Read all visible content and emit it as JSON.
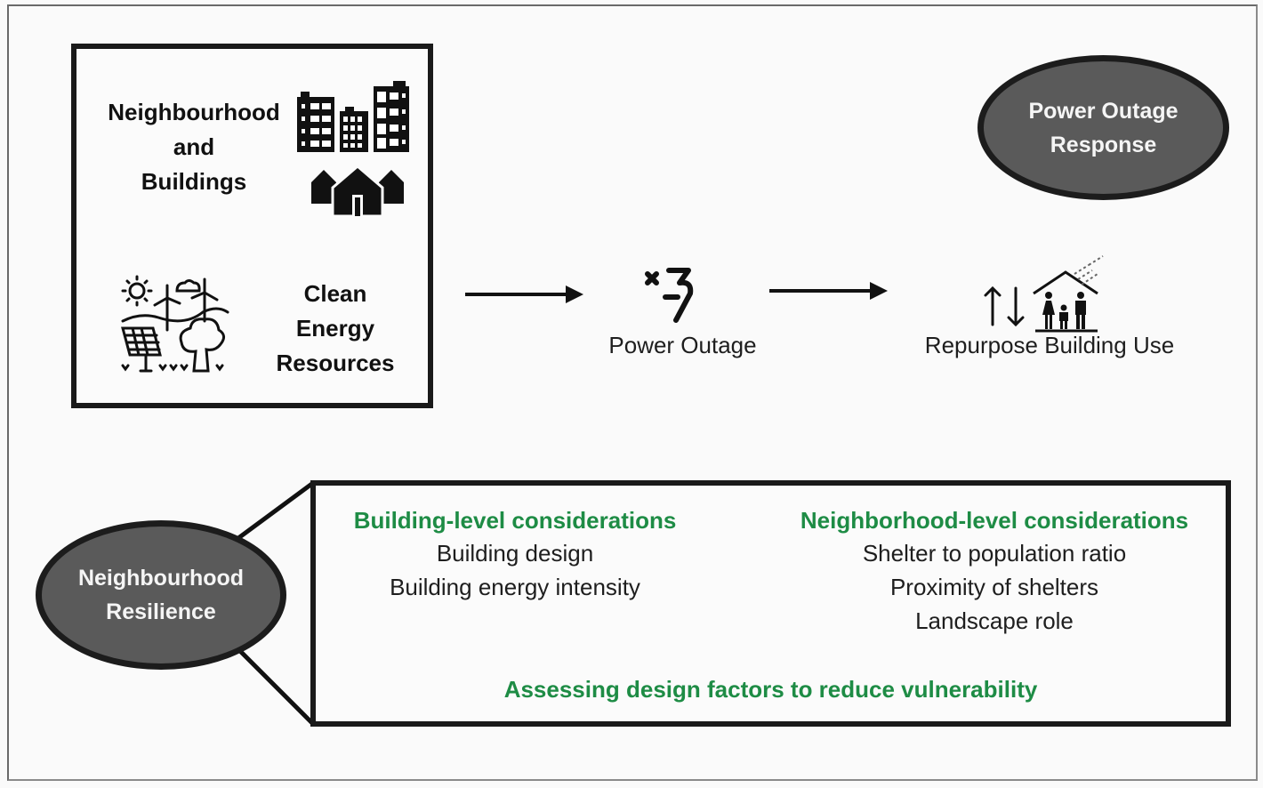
{
  "input_box": {
    "neighbourhood_label": [
      "Neighbourhood",
      "and",
      "Buildings"
    ],
    "energy_label": [
      "Clean",
      "Energy",
      "Resources"
    ],
    "icons": [
      "city-buildings-icon",
      "houses-icon",
      "clean-energy-landscape-icon"
    ]
  },
  "flow": {
    "step1": {
      "label": "Power Outage",
      "icon": "broken-lightning-icon"
    },
    "step2": {
      "label": "Repurpose Building Use",
      "icon": "family-shelter-icon"
    }
  },
  "response_node": {
    "label": [
      "Power Outage",
      "Response"
    ]
  },
  "resilience_node": {
    "label": [
      "Neighbourhood",
      "Resilience"
    ]
  },
  "considerations": {
    "building": {
      "title": "Building-level considerations",
      "items": [
        "Building design",
        "Building energy intensity"
      ]
    },
    "neighborhood": {
      "title": "Neighborhood-level considerations",
      "items": [
        "Shelter to population ratio",
        "Proximity of shelters",
        "Landscape role"
      ]
    },
    "footer": "Assessing design factors to reduce vulnerability"
  },
  "colors": {
    "accent_green": "#1e8c45",
    "node_fill": "#5a5a5a",
    "stroke": "#1a1a1a"
  }
}
